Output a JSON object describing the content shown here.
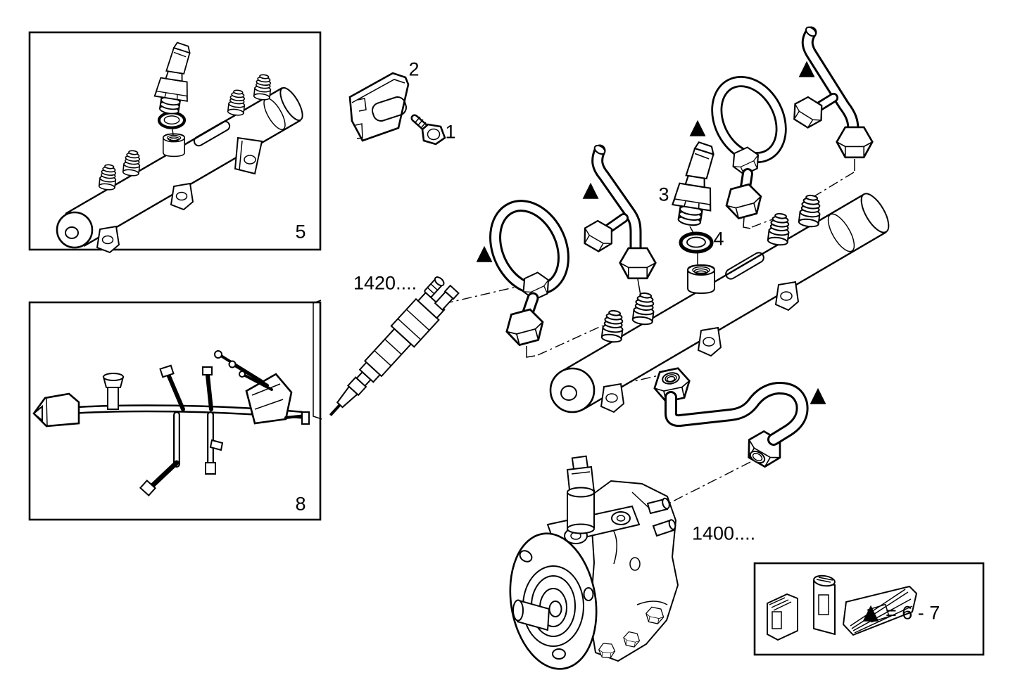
{
  "figure": {
    "type": "exploded-parts-diagram",
    "background": "#ffffff",
    "ink": "#000000"
  },
  "labels": {
    "callout_1": "1",
    "callout_2": "2",
    "callout_3": "3",
    "callout_4": "4",
    "callout_5": "5",
    "callout_8": "8",
    "injector_group_ref": "1420....",
    "pump_group_ref": "1400...."
  },
  "legend": {
    "triangle_glyph": "▲",
    "equals_text": "= 6 - 7"
  }
}
